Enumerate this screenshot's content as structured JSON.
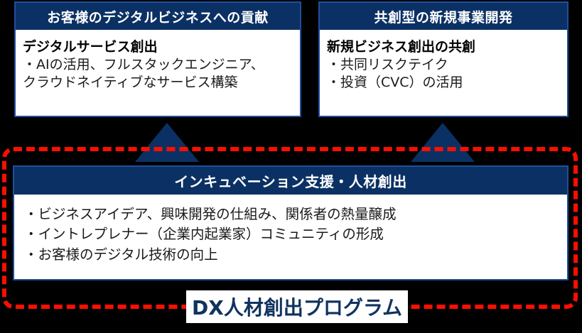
{
  "diagram": {
    "background_color": "#000000",
    "accent_navy": "#0b3164",
    "accent_border": "#1f4e9c",
    "highlight_red": "#fa0f00",
    "label_text_color": "#10335f"
  },
  "cards": {
    "left": {
      "header": "お客様のデジタルビジネスへの貢献",
      "body_title": "デジタルサービス創出",
      "body_lines": [
        "・AIの活用、フルスタックエンジニア、",
        "クラウドネイティブなサービス構築"
      ]
    },
    "right": {
      "header": "共創型の新規事業開発",
      "body_title": "新規ビジネス創出の共創",
      "body_lines": [
        "・共同リスクテイク",
        "・投資（CVC）の活用"
      ]
    },
    "bottom": {
      "header": "インキュベーション支援・人材創出",
      "body_lines": [
        "・ビジネスアイデア、興味開発の仕組み、関係者の熱量醸成",
        "・イントレプレナー（企業内起業家）コミュニティの形成",
        "・お客様のデジタル技術の向上"
      ]
    }
  },
  "arrows": {
    "left_label": "arrow-up-to-left-card",
    "right_label": "arrow-up-to-right-card"
  },
  "program_label": {
    "text": "DX人材創出プログラム"
  }
}
